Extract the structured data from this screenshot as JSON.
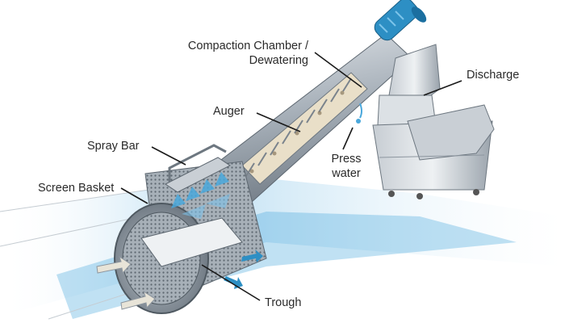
{
  "labels": {
    "compaction_line1": "Compaction Chamber /",
    "compaction_line2": "Dewatering",
    "discharge": "Discharge",
    "auger": "Auger",
    "spray_bar": "Spray Bar",
    "press_line1": "Press",
    "press_line2": "water",
    "screen_basket": "Screen Basket",
    "trough": "Trough"
  },
  "colors": {
    "steel": "#9ea7b0",
    "steel_dark": "#6d7780",
    "steel_light": "#d9dee3",
    "water": "#4aa8dc",
    "water_light": "#cfe8f6",
    "motor": "#2d8fc4",
    "leader": "#1a1a1a"
  }
}
